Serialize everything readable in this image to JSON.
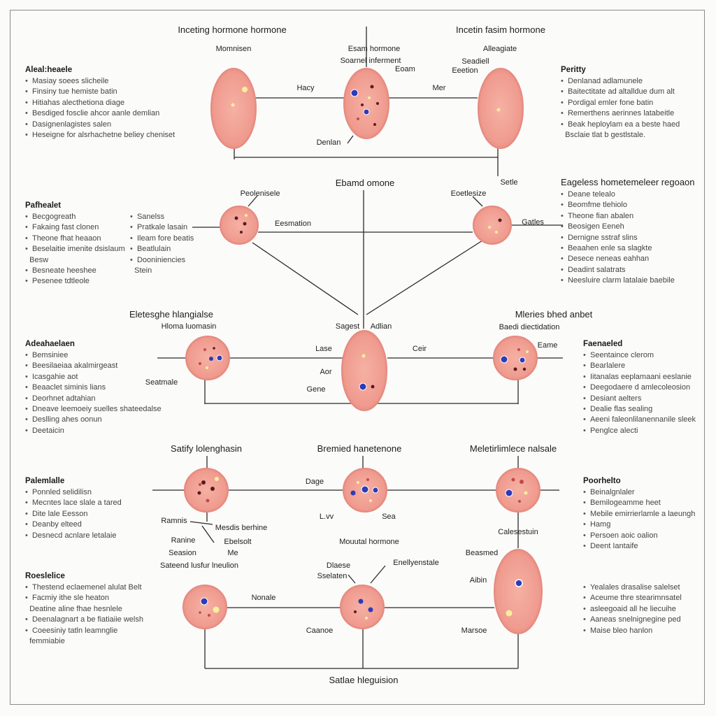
{
  "titles": {
    "top_left": "Inceting hormone hormone",
    "top_right": "Incetin fasim hormone",
    "row2_center": "Ebamd omone",
    "row2_right": "Eageless hometemeleer regoaon",
    "row3_left": "Eletesghe hlangialse",
    "row3_right": "Mleries bhed anbet",
    "row4_left": "Satify lolenghasin",
    "row4_center": "Bremied hanetenone",
    "row4_right": "Meletirlimlece nalsale",
    "row5_center": "Mouutal hormone",
    "bottom": "Satlae hleguision"
  },
  "labels": {
    "c1_top": "Momnisen",
    "c2_top": "Esam hormone",
    "c2_top2": "Soarnel inferment",
    "c2_side": "Eoam",
    "c2_bottom": "Denlan",
    "c3_top": "Alleagiate",
    "c3_top2": "Seadiell",
    "c3_top3": "Eeetion",
    "link_12": "Hacy",
    "link_23": "Mer",
    "c4_top": "Peolenisele",
    "c4_link": "Eesmation",
    "c5_top": "Eoetlesize",
    "c5_top2": "Setle",
    "c5_side": "Gatles",
    "c7_top": "Hloma luomasin",
    "c7_bottom": "Seatmale",
    "c8_top_a": "Sagest",
    "c8_top_b": "Adlian",
    "c8_l1": "Lase",
    "c8_l2": "Aor",
    "c8_l3": "Gene",
    "c8_r1": "Ceir",
    "c9_top": "Baedi diectidation",
    "c9_side": "Eame",
    "c11_left": "Dage",
    "c11_bl": "L.vv",
    "c11_br": "Sea",
    "c10_b1": "Ramnis",
    "c10_b2": "Mesdis berhine",
    "c10_b3": "Ranine",
    "c10_b4": "Ebelsolt",
    "c10_b5": "Seasion",
    "c10_b6": "Me",
    "c10_b7": "Sateend lusfur lneulion",
    "c13_link": "Nonale",
    "c14_top": "Dlaese",
    "c14_top2": "Sselaten",
    "c14_right": "Enellyenstale",
    "c14_bottom": "Caanoe",
    "c15_top": "Calesestuin",
    "c15_side": "Beasmed",
    "c15_side2": "Aibin",
    "c15_bottom": "Marsoe"
  },
  "side_notes": {
    "c4_right": [
      "Sanelss",
      "Pratkale lasain",
      "Ileam fore beatis",
      "Beatlulain",
      "Dooniniencies\n  Stein"
    ]
  },
  "lists": {
    "l1": {
      "heading": "Aleal:heaele",
      "items": [
        "Masiay soees slicheile",
        "Finsiny tue hemiste batin",
        "Hitiahas alecthetiona diage",
        "Besdiged fosclie ahcor aanle demlian",
        "Dasignenlagistes salen",
        "Heseigne for alsrhachetne beliey cheniset"
      ]
    },
    "l2": {
      "heading": "Peritty",
      "items": [
        "Denlanad adlamunele",
        "Baitectitate ad altalldue dum alt",
        "Pordigal emler fone batin",
        "Remerthens aerinnes latabeitle",
        "Beak heploylam ea a beste haed\n  Bsclaie tlat b gestlstale."
      ]
    },
    "l3": {
      "heading": "Pafhealet",
      "items": [
        "Becgogreath",
        "Fakaing fast clonen",
        "Theone fhat heaaon",
        "Beselaitie imenite dsislaum\n  Besw",
        "Besneate heeshee",
        "Pesenee tdtleole"
      ]
    },
    "l4": {
      "heading": "",
      "items": [
        "Deane telealo",
        "Beomfme tlehiolo",
        "Theone fian abalen",
        "Beosigen Eeneh",
        "Dernigne sstraf slins",
        "Beaahen enle sa slagkte",
        "Desece neneas eahhan",
        "Deadint salatrats",
        "Neesluire clarm latalaie baebile"
      ]
    },
    "l5": {
      "heading": "Adeahaelaen",
      "items": [
        "Bemsiniee",
        "Beesilaeiaa akalmirgeast",
        "Icasgahie aot",
        "Beaaclet siminis lians",
        "Deorhnet adtahian",
        "Dneave leemoeiy suelles shateedalse",
        "Deslling ahes oonun",
        "Deetaicin"
      ]
    },
    "l6": {
      "heading": "Faenaeled",
      "items": [
        "Seentaince clerom",
        "Bearlalere",
        "Iitanalas eeplamaani eeslanie",
        "Deegodaere d amlecoleosion",
        "Desiant aelters",
        "Dealie flas sealing",
        "Aeeni faleonlilanennanile sleek",
        "Penglce alecti"
      ]
    },
    "l7": {
      "heading": "Palemlalle",
      "items": [
        "Ponnled selidilisn",
        "Mecntes lace slale a tared",
        "Dite lale Eesson",
        "Deanby elteed",
        "Desnecd acnlare letalaie"
      ]
    },
    "l8": {
      "heading": "Poorhelto",
      "items": [
        "Beinalgnlaler",
        "Bemilogeamme heet",
        "Mebile emirrierlamle a laeungh",
        "Hamg",
        "Persoen aoic oalion",
        "Deent Iantaife"
      ]
    },
    "l9": {
      "heading": "Roeslelice",
      "items": [
        "Thestend eclaemenel alulat Belt",
        "Facmiy ithe sle heaton\n  Deatine aline fhae hesnlele",
        "Deenalagnart a be fiatiaiie welsh",
        "Coeesiniy tatln leamnglie\n  femmiabie"
      ]
    },
    "l10": {
      "heading": "",
      "items": [
        "Yealales drasalise salelset",
        "Aceume thre stearimnsatel",
        "asleegoaid all he liecuihe",
        "Aaneas snelnignegine ped",
        "Maise bleo hanlon"
      ]
    }
  },
  "colors": {
    "cell_fill": "#f2a399",
    "cell_edge": "#e4877c",
    "dot_blue": "#2f3ab8",
    "dot_dark": "#5a1a1e",
    "dot_yellow": "#f7ef9c",
    "line": "#2a2a2a"
  }
}
